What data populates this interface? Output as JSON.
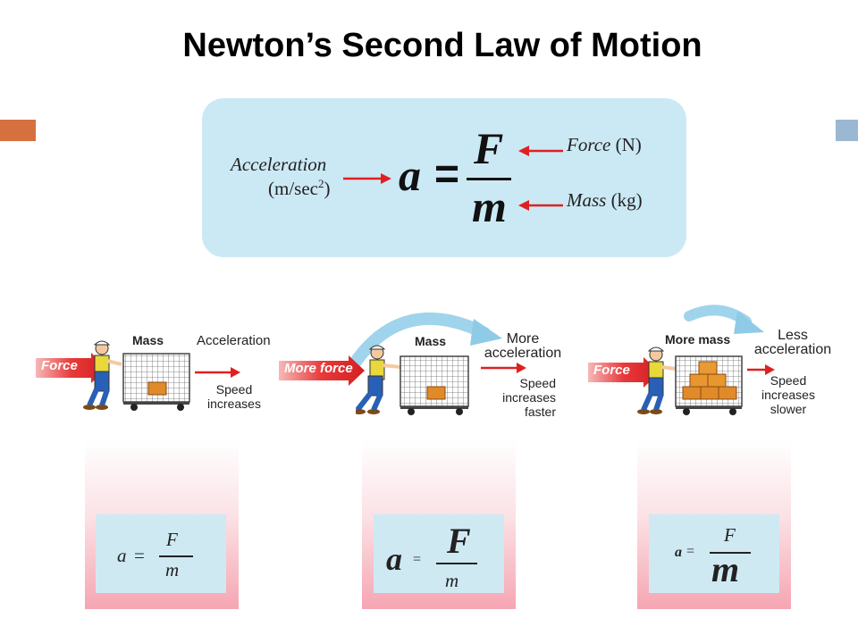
{
  "title": "Newton’s Second Law of Motion",
  "colors": {
    "accent_left": "#d5703f",
    "accent_right": "#9ab8d2",
    "panel": "#cbe9f4",
    "arrow": "#e02020",
    "curve_arrow": "#8fd0ea"
  },
  "formula": {
    "accel_label": "Acceleration",
    "accel_unit": "(m/sec",
    "accel_unit_sup": "2",
    "accel_unit_close": ")",
    "a": "a",
    "equals": "=",
    "F": "F",
    "m": "m",
    "force_label": "Force",
    "force_unit": "(N)",
    "mass_label": "Mass",
    "mass_unit": "(kg)"
  },
  "scenes": [
    {
      "force": "Force",
      "mass": "Mass",
      "result": "Acceleration",
      "speed_lines": [
        "Speed",
        "increases"
      ],
      "eq": {
        "a": "a",
        "eq": "=",
        "F": "F",
        "m": "m"
      }
    },
    {
      "force": "More force",
      "mass": "Mass",
      "result_lines": [
        "More",
        "acceleration"
      ],
      "speed_lines": [
        "Speed",
        "increases",
        "faster"
      ],
      "eq": {
        "a": "a",
        "eq": "=",
        "F": "F",
        "m": "m"
      }
    },
    {
      "force": "Force",
      "mass": "More mass",
      "result_lines": [
        "Less",
        "acceleration"
      ],
      "speed_lines": [
        "Speed",
        "increases",
        "slower"
      ],
      "eq": {
        "a": "a",
        "eq": "=",
        "F": "F",
        "m": "m"
      }
    }
  ]
}
